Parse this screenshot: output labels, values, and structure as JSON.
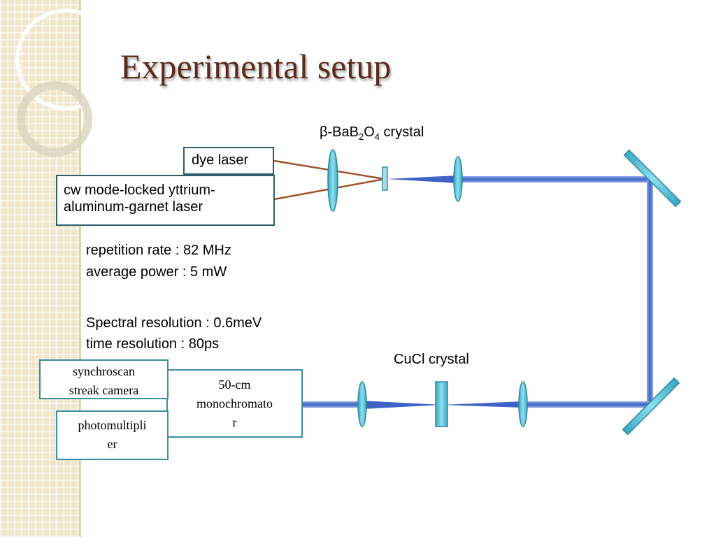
{
  "title": "Experimental setup",
  "labels": {
    "crystal_top": {
      "prefix": "β-BaB",
      "sub1": "2",
      "mid": "O",
      "sub2": "4",
      "suffix": " crystal"
    },
    "crystal_bottom": "CuCl crystal"
  },
  "boxes": {
    "dye_laser": "dye laser",
    "yag_laser_line1": "cw mode-locked yttrium-",
    "yag_laser_line2": "aluminum-garnet laser",
    "streak_camera_line1": "synchroscan",
    "streak_camera_line2": "streak camera",
    "monochromator_line1": "50-cm",
    "monochromator_line2": "monochromato",
    "monochromator_line3": "r",
    "photomultiplier_line1": "photomultipli",
    "photomultiplier_line2": "er"
  },
  "specs": {
    "repetition_rate": "repetition rate : 82 MHz",
    "average_power": "average power : 5 mW",
    "spectral_resolution": "Spectral resolution : 0.6meV",
    "time_resolution": "time resolution : 80ps"
  },
  "colors": {
    "title": "#5a2a1a",
    "beam": "#4a6fc6",
    "optic": "#5bc3d8",
    "laser_line": "#a0522d",
    "box_border_dark": "#2a5f6b",
    "box_border_light": "#3b8fa3",
    "sidebar": "#f1e6cc"
  }
}
